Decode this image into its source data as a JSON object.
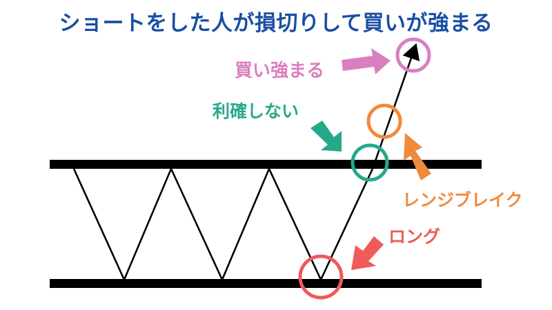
{
  "title": "ショートをした人が損切りして買いが強まる",
  "labels": {
    "buy_strengthen": "買い強まる",
    "no_profit_taking": "利確しない",
    "range_break": "レンジブレイク",
    "long": "ロング"
  },
  "colors": {
    "title": "#1a4fa3",
    "buy_strengthen": "#d97fc0",
    "no_profit_taking": "#26a98b",
    "range_break": "#f08a3c",
    "long": "#ef5a5a",
    "lines": "#000000"
  }
}
